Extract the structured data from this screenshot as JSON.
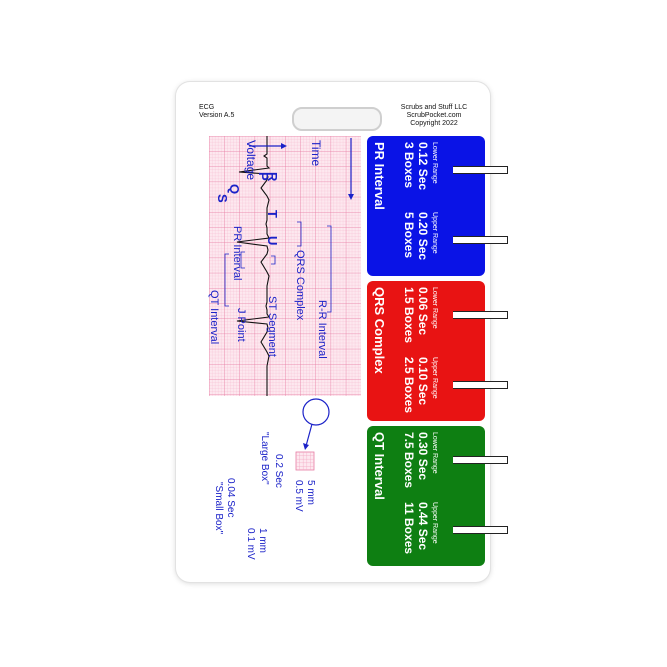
{
  "header_left": {
    "line1": "ECG",
    "line2": "Version A.5"
  },
  "header_right": {
    "line1": "Scrubs and Stuff LLC",
    "line2": "ScrubPocket.com",
    "line3": "Copyright 2022"
  },
  "ecg_labels": {
    "voltage": "Voltage",
    "time": "Time",
    "wave_r": "R",
    "wave_p": "P",
    "wave_q": "Q",
    "wave_s": "S",
    "wave_t": "T",
    "wave_u": "U",
    "qrs_complex": "QRS Complex",
    "pr_interval": "PR Interval",
    "rr_interval": "R-R Interval",
    "st_segment": "ST Segment",
    "j_point": "J Point",
    "qt_interval": "QT Interval"
  },
  "legend": {
    "large_box_name": "\"Large Box\"",
    "large_box_time": "0.2 Sec",
    "large_box_mm": "5 mm",
    "large_box_mv": "0.5 mV",
    "small_box_name": "\"Small Box\"",
    "small_box_time": "0.04 Sec",
    "small_box_mm": "1 mm",
    "small_box_mv": "0.1 mV"
  },
  "intervals": [
    {
      "name": "PR Interval",
      "color": "#0a13e6",
      "lower": {
        "title": "Lower Range",
        "sec": "0.12 Sec",
        "boxes": "3 Boxes"
      },
      "upper": {
        "title": "Upper Range",
        "sec": "0.20 Sec",
        "boxes": "5 Boxes"
      }
    },
    {
      "name": "QRS Complex",
      "color": "#e81313",
      "lower": {
        "title": "Lower Range",
        "sec": "0.06 Sec",
        "boxes": "1.5 Boxes"
      },
      "upper": {
        "title": "Upper Range",
        "sec": "0.10 Sec",
        "boxes": "2.5 Boxes"
      }
    },
    {
      "name": "QT Interval",
      "color": "#0e7f12",
      "lower": {
        "title": "Lower Range",
        "sec": "0.30 Sec",
        "boxes": "7.5 Boxes"
      },
      "upper": {
        "title": "Upper Range",
        "sec": "0.44 Sec",
        "boxes": "11 Boxes"
      }
    }
  ]
}
